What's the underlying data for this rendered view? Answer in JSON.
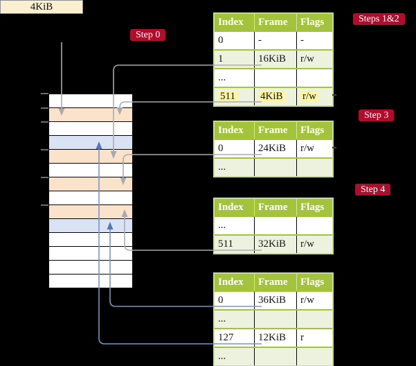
{
  "palette": {
    "bg": "#000000",
    "cream": "#FAEFCE",
    "peach": "#FBE3CB",
    "blue_row": "#DAE3F3",
    "white": "#FFFFFF",
    "header_green": "#A4C33C",
    "row_green": "#EDF2DE",
    "table_border": "#C9DB98",
    "badge_red": "#B00D2D",
    "highlight_yellow": "#FDF5A0",
    "gray_line": "#ABABAB",
    "gray_arrow": "#A8A8AD",
    "blue_line": "#7A95C4",
    "blue_arrow": "#5677B5",
    "tick_gray": "#9B9B9B",
    "stub_dark": "#3F3F3F"
  },
  "source_box": {
    "label": "4KiB"
  },
  "badges": {
    "step0": "Step 0",
    "steps12": "Steps 1&2",
    "step3": "Step 3",
    "step4": "Step 4"
  },
  "table_headers": [
    "Index",
    "Frame",
    "Flags"
  ],
  "tables": {
    "t1": {
      "rows": [
        {
          "index": "0",
          "frame": "-",
          "flags": "-"
        },
        {
          "index": "1",
          "frame": "16KiB",
          "flags": "r/w"
        },
        {
          "index": "...",
          "frame": "",
          "flags": ""
        },
        {
          "index": "511",
          "frame": "4KiB",
          "flags": "r/w"
        }
      ]
    },
    "t2": {
      "rows": [
        {
          "index": "0",
          "frame": "24KiB",
          "flags": "r/w"
        },
        {
          "index": "...",
          "frame": "",
          "flags": ""
        }
      ]
    },
    "t3": {
      "rows": [
        {
          "index": "...",
          "frame": "",
          "flags": ""
        },
        {
          "index": "511",
          "frame": "32KiB",
          "flags": "r/w"
        }
      ]
    },
    "t4": {
      "rows": [
        {
          "index": "0",
          "frame": "36KiB",
          "flags": "r/w"
        },
        {
          "index": "...",
          "frame": "",
          "flags": ""
        },
        {
          "index": "127",
          "frame": "12KiB",
          "flags": "r"
        },
        {
          "index": "...",
          "frame": "",
          "flags": ""
        }
      ]
    }
  },
  "memory_strip": {
    "row_colors": [
      "white",
      "peach",
      "white",
      "blue_row",
      "peach",
      "white",
      "peach",
      "white",
      "peach",
      "blue_row",
      "white",
      "white",
      "white",
      "white"
    ]
  }
}
